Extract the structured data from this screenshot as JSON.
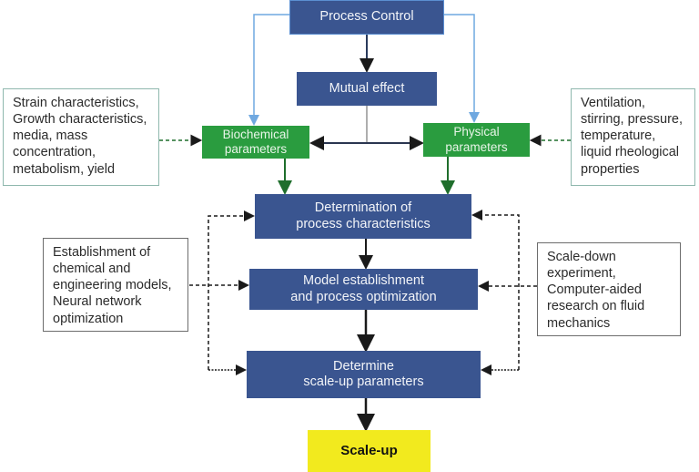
{
  "diagram": {
    "nodes": {
      "process_control": "Process Control",
      "mutual_effect": "Mutual effect",
      "biochemical_parameters": "Biochemical\nparameters",
      "physical_parameters": "Physical\nparameters",
      "determination": "Determination of\nprocess characteristics",
      "model": "Model establishment\nand process optimization",
      "scaleup_params": "Determine\nscale-up parameters",
      "scaleup": "Scale-up"
    },
    "notes": {
      "biochemical_details": "Strain characteristics,\nGrowth characteristics,\nmedia, mass\nconcentration,\nmetabolism, yield",
      "physical_details": "Ventilation,\nstirring, pressure,\ntemperature,\nliquid rheological\nproperties",
      "modeling_details": "Establishment of\nchemical and\nengineering models,\nNeural network\noptimization",
      "scaledown_details": "Scale-down\nexperiment,\nComputer-aided\nresearch on fluid\nmechanics"
    },
    "colors": {
      "process_box": "#3a5590",
      "parameter_box": "#2a9c3f",
      "result_box": "#f2ea1e",
      "control_arrow": "#6fa8e0",
      "flow_arrow": "#1a1a1a",
      "parameter_arrow": "#1f6e2c"
    }
  }
}
